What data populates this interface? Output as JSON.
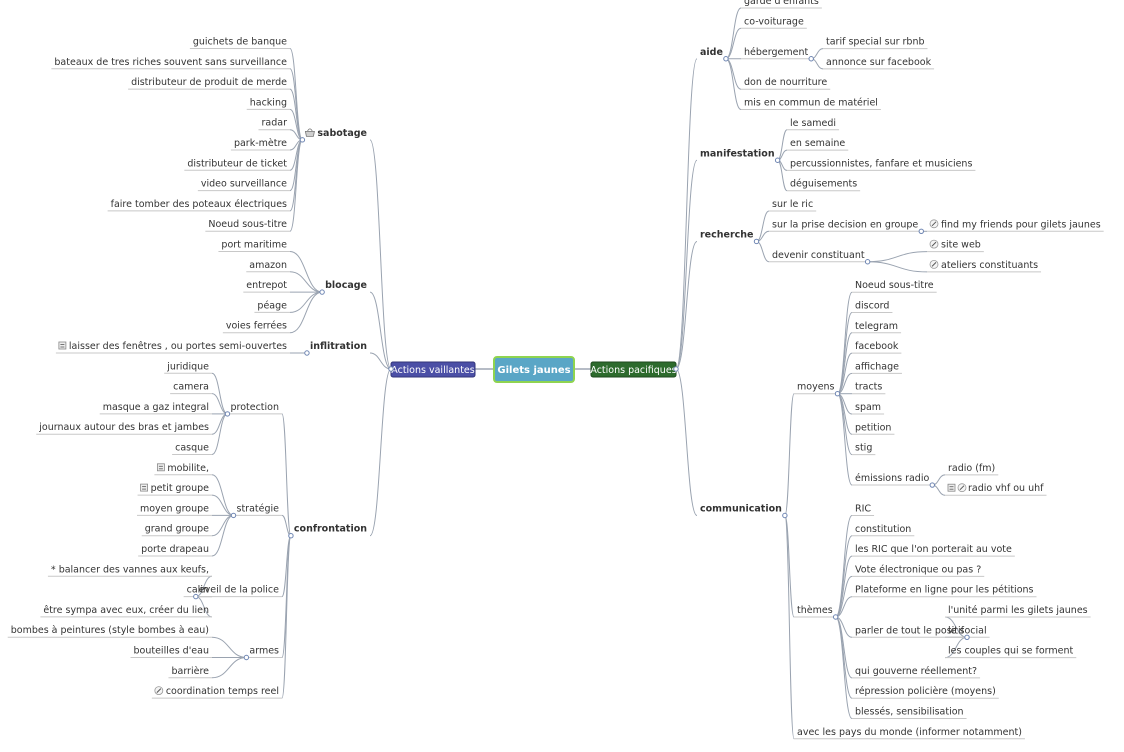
{
  "central": {
    "label": "Gilets jaunes"
  },
  "left": {
    "label": "Actions vaillantes",
    "color": "#4b4fa6",
    "branches": [
      {
        "label": "sabotage",
        "icon": "basket-icon",
        "children": [
          {
            "label": "guichets de banque"
          },
          {
            "label": "bateaux de tres riches souvent sans surveillance"
          },
          {
            "label": "distributeur de produit de merde"
          },
          {
            "label": "hacking"
          },
          {
            "label": "radar"
          },
          {
            "label": "park-mètre"
          },
          {
            "label": "distributeur de ticket"
          },
          {
            "label": "video surveillance"
          },
          {
            "label": "faire tomber des poteaux électriques"
          },
          {
            "label": "Noeud sous-titre"
          }
        ]
      },
      {
        "label": "blocage",
        "children": [
          {
            "label": "port maritime"
          },
          {
            "label": "amazon"
          },
          {
            "label": "entrepot"
          },
          {
            "label": "péage"
          },
          {
            "label": "voies ferrées"
          }
        ]
      },
      {
        "label": "inflitration",
        "children": [
          {
            "label": "laisser des fenêtres , ou portes semi-ouvertes",
            "icon": "note-icon"
          }
        ]
      },
      {
        "label": "confrontation",
        "children": [
          {
            "label": "protection",
            "children": [
              {
                "label": "juridique"
              },
              {
                "label": "camera"
              },
              {
                "label": "masque a gaz integral"
              },
              {
                "label": "journaux autour des bras et jambes"
              },
              {
                "label": "casque"
              }
            ]
          },
          {
            "label": "stratégie",
            "children": [
              {
                "label": "mobilite,",
                "icon": "note-icon"
              },
              {
                "label": "petit groupe",
                "icon": "note-icon"
              },
              {
                "label": "moyen groupe"
              },
              {
                "label": "grand groupe"
              },
              {
                "label": "porte drapeau"
              }
            ]
          },
          {
            "label": "eveil de la police",
            "children": [
              {
                "label": "* balancer des vannes aux keufs,"
              },
              {
                "label": "calin"
              },
              {
                "label": "être sympa avec eux, créer du lien"
              }
            ]
          },
          {
            "label": "armes",
            "children": [
              {
                "label": "bombes à peintures (style bombes à eau)"
              },
              {
                "label": "bouteilles d'eau"
              },
              {
                "label": "barrière"
              }
            ]
          },
          {
            "label": "coordination temps reel",
            "icon": "link-icon"
          }
        ]
      }
    ]
  },
  "right": {
    "label": "Actions pacifiques",
    "color": "#2d6b2d",
    "branches": [
      {
        "label": "aide",
        "children": [
          {
            "label": "garde d'enfants"
          },
          {
            "label": "co-voiturage"
          },
          {
            "label": "hébergement",
            "children": [
              {
                "label": "tarif special sur rbnb"
              },
              {
                "label": "annonce sur facebook"
              }
            ]
          },
          {
            "label": "don de nourriture"
          },
          {
            "label": "mis en commun de matériel"
          }
        ]
      },
      {
        "label": "manifestation",
        "children": [
          {
            "label": "le samedi"
          },
          {
            "label": "en semaine"
          },
          {
            "label": "percussionnistes, fanfare et musiciens"
          },
          {
            "label": "déguisements"
          }
        ]
      },
      {
        "label": "recherche",
        "children": [
          {
            "label": "sur le ric"
          },
          {
            "label": "sur la prise decision en groupe",
            "children": [
              {
                "label": "find my friends pour gilets jaunes",
                "icon": "link-icon"
              }
            ]
          },
          {
            "label": "devenir constituant",
            "children": [
              {
                "label": "site web",
                "icon": "link-icon"
              },
              {
                "label": "ateliers constituants",
                "icon": "link-icon"
              }
            ]
          }
        ]
      },
      {
        "label": "communication",
        "children": [
          {
            "label": "moyens",
            "children": [
              {
                "label": "Noeud sous-titre"
              },
              {
                "label": "discord"
              },
              {
                "label": "telegram"
              },
              {
                "label": "facebook"
              },
              {
                "label": "affichage"
              },
              {
                "label": "tracts"
              },
              {
                "label": "spam"
              },
              {
                "label": "petition"
              },
              {
                "label": "stig"
              },
              {
                "label": "émissions radio",
                "children": [
                  {
                    "label": "radio (fm)"
                  },
                  {
                    "label": "radio vhf ou uhf",
                    "icon": "note-link-icon"
                  }
                ]
              }
            ]
          },
          {
            "label": "thèmes",
            "children": [
              {
                "label": "RIC"
              },
              {
                "label": "constitution"
              },
              {
                "label": "les RIC que l'on porterait au vote"
              },
              {
                "label": "Vote électronique ou pas ?"
              },
              {
                "label": "Plateforme en ligne pour les pétitions"
              },
              {
                "label": "parler de tout le positif",
                "children": [
                  {
                    "label": "l'unité parmi les gilets jaunes"
                  },
                  {
                    "label": "le social"
                  },
                  {
                    "label": "les couples qui se forment"
                  }
                ]
              },
              {
                "label": "qui gouverne réellement?"
              },
              {
                "label": "répression policière (moyens)"
              },
              {
                "label": "blessés, sensibilisation"
              }
            ]
          },
          {
            "label": "avec les pays du monde (informer notamment)"
          }
        ]
      }
    ]
  }
}
